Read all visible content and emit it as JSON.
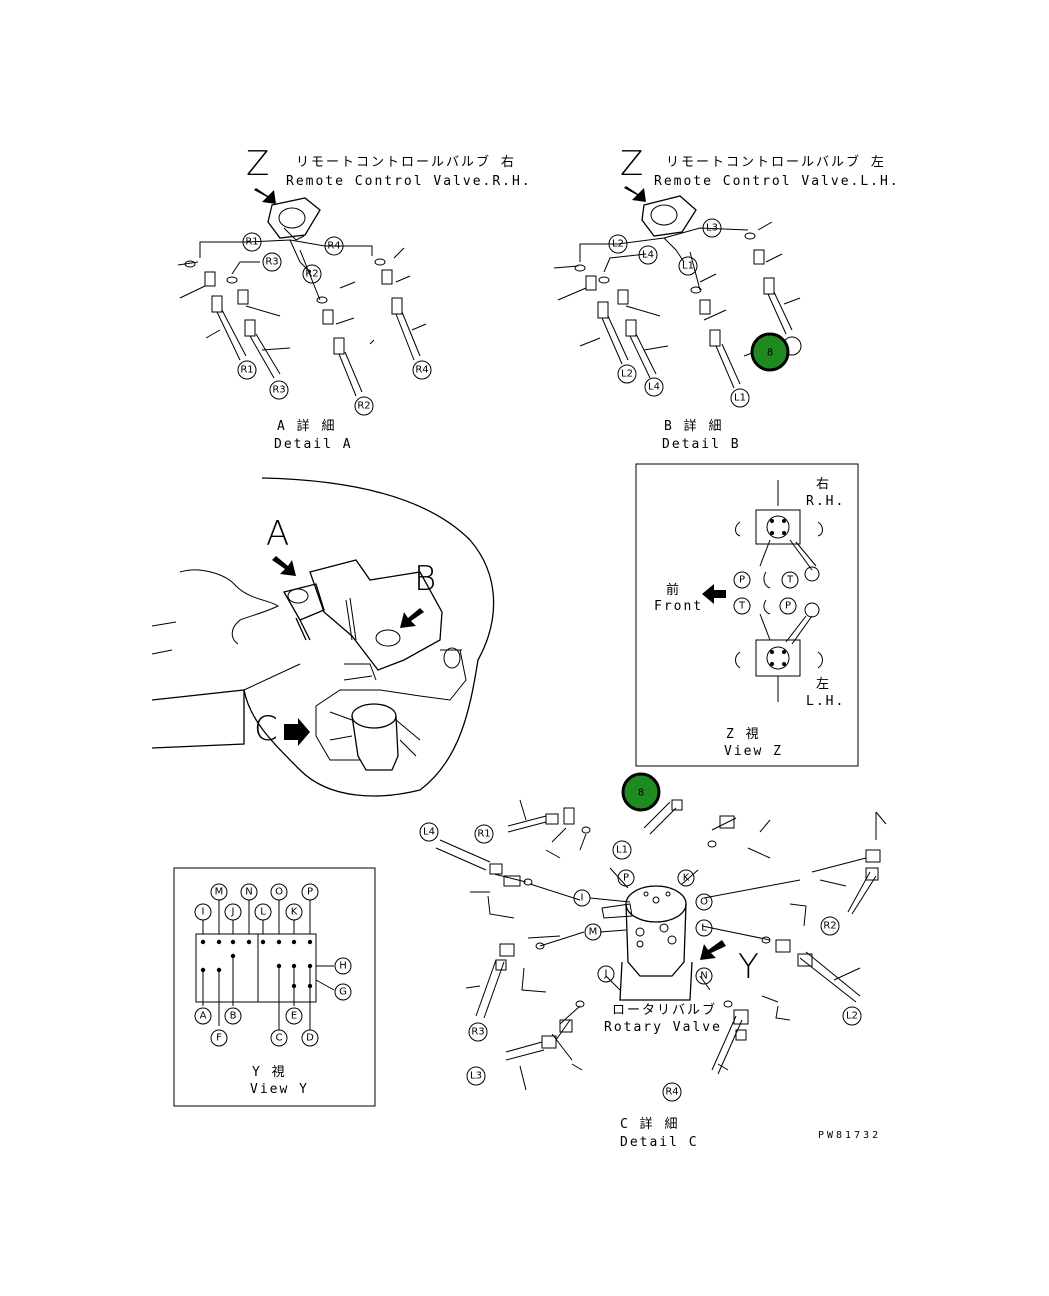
{
  "detailA": {
    "view_letter": "Z",
    "title_jp": "リモートコントロールバルブ 右",
    "title_en": "Remote Control Valve.R.H.",
    "caption_jp": "A 詳 細",
    "caption_en": "Detail A",
    "callouts": [
      "R1",
      "R3",
      "R2",
      "R4",
      "R1",
      "R3",
      "R4",
      "R2"
    ]
  },
  "detailB": {
    "view_letter": "Z",
    "title_jp": "リモートコントロールバルブ 左",
    "title_en": "Remote Control Valve.L.H.",
    "caption_jp": "B 詳 細",
    "caption_en": "Detail B",
    "callouts": [
      "L3",
      "L2",
      "L4",
      "L1",
      "L2",
      "L4",
      "L1"
    ]
  },
  "hotspots": [
    "8",
    "8"
  ],
  "overview": {
    "letters": [
      "A",
      "B",
      "C"
    ]
  },
  "viewZ": {
    "rh_jp": "右",
    "rh_en": "R.H.",
    "lh_jp": "左",
    "lh_en": "L.H.",
    "front_jp": "前",
    "front_en": "Front",
    "ports": [
      "P",
      "T",
      "T",
      "P"
    ],
    "caption_jp": "Z 視",
    "caption_en": "View Z"
  },
  "viewY": {
    "top_row": [
      "M",
      "N",
      "O",
      "P"
    ],
    "second_row": [
      "I",
      "J",
      "L",
      "K"
    ],
    "right_labels": [
      "H",
      "G"
    ],
    "bottom_row": [
      "A",
      "B",
      "E"
    ],
    "lowest_row": [
      "F",
      "C",
      "D"
    ],
    "caption_jp": "Y 視",
    "caption_en": "View Y"
  },
  "detailC": {
    "view_letter": "Y",
    "valve_jp": "ロータリバルブ",
    "valve_en": "Rotary Valve",
    "caption_jp": "C 詳 細",
    "caption_en": "Detail C",
    "ports": [
      "P",
      "K",
      "I",
      "O",
      "M",
      "L",
      "J",
      "N"
    ],
    "callouts": [
      "L4",
      "R1",
      "L1",
      "R2",
      "R3",
      "L2",
      "L3",
      "R4"
    ]
  },
  "drawing_number": "PW81732",
  "colors": {
    "hotspot_fill": "#1f8a1f",
    "hotspot_ring": "#000000"
  }
}
